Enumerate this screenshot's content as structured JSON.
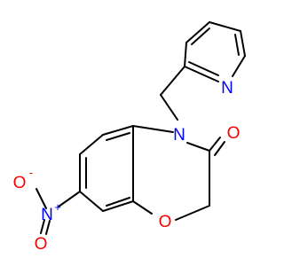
{
  "molecule": {
    "atoms": {
      "nitro_n": "N",
      "nitro_plus": "+",
      "nitro_o_top": "O",
      "nitro_o_top_minus": "-",
      "nitro_o_bottom": "O",
      "ring_o": "O",
      "ring_n": "N",
      "carbonyl_o": "O",
      "pyridine_n": "N"
    },
    "colors": {
      "nitrogen": "#0000ff",
      "oxygen": "#ff0000",
      "bond": "#000000"
    }
  }
}
